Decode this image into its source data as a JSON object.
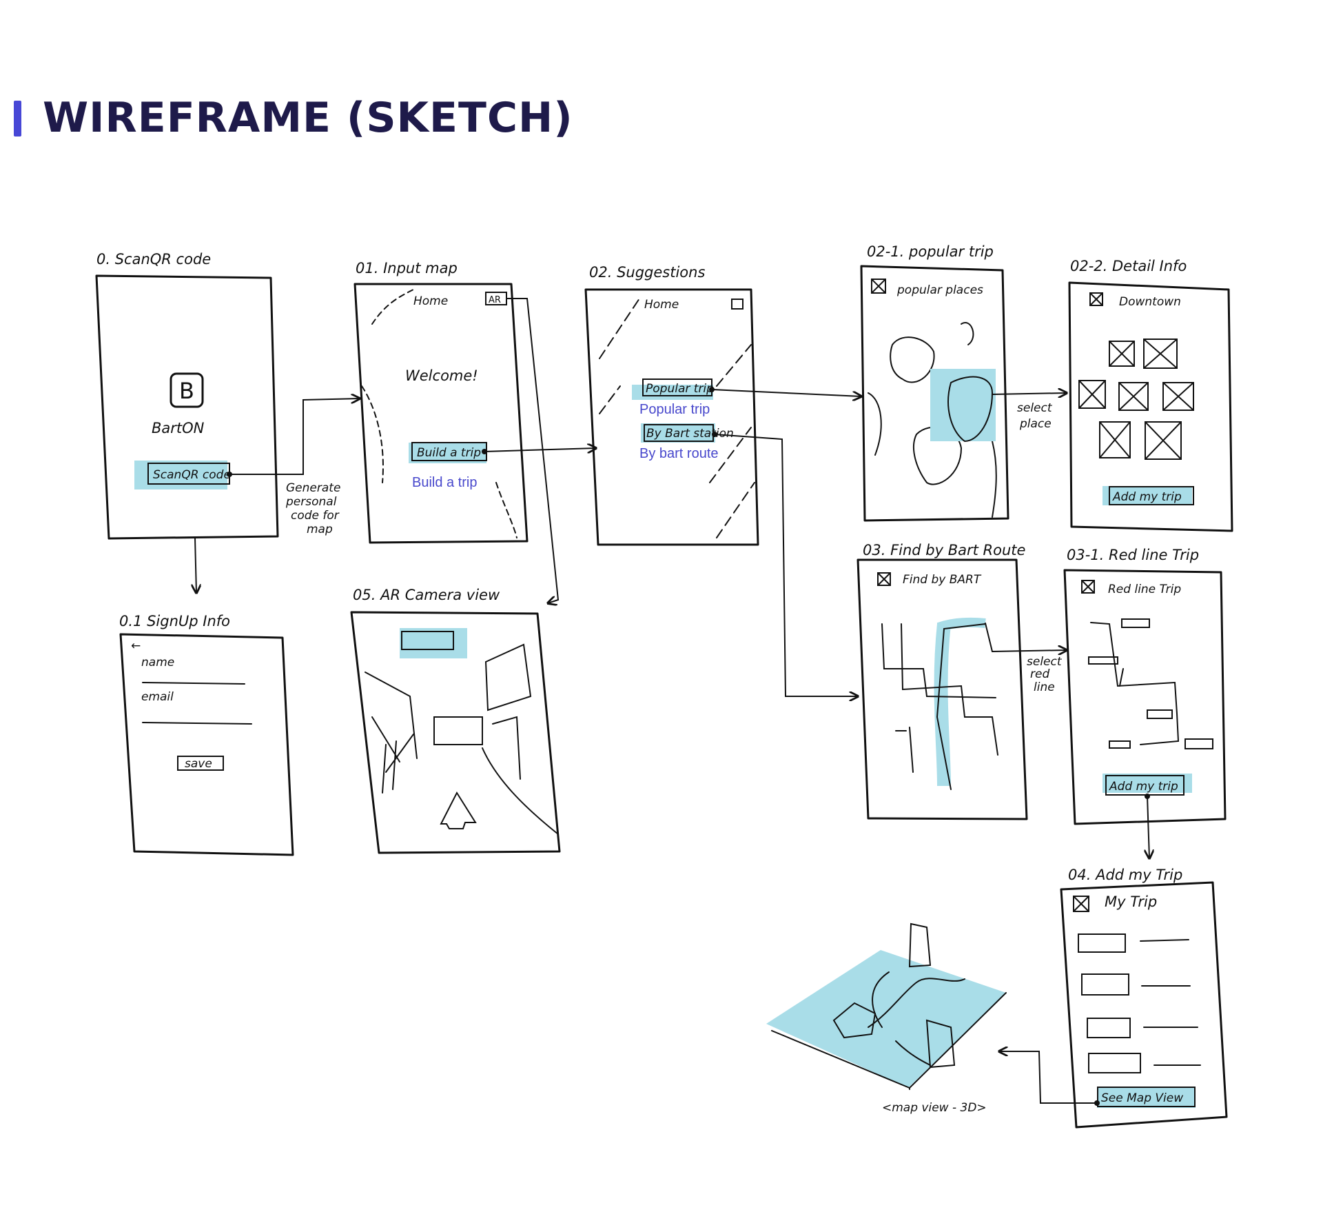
{
  "header": {
    "title": "WIREFRAME (SKETCH)",
    "accent_color": "#4747d6",
    "title_color": "#1e1a4a"
  },
  "colors": {
    "highlight": "#a9dde8",
    "ink": "#111111",
    "label_blue": "#4848cc"
  },
  "screens": {
    "s00": {
      "title": "0. ScanQR code",
      "logo_letter": "B",
      "app_name": "BartON",
      "button": "ScanQR code"
    },
    "s01": {
      "title": "01. Input map",
      "home": "Home",
      "ar_badge": "AR",
      "welcome": "Welcome!",
      "button": "Build a trip",
      "button_label": "Build a trip"
    },
    "s02": {
      "title": "02. Suggestions",
      "home": "Home",
      "button1": "Popular trip",
      "button1_label": "Popular trip",
      "button2": "By Bart station",
      "button2_label": "By bart route"
    },
    "s021": {
      "title": "02-1. popular trip",
      "header": "popular places"
    },
    "s022": {
      "title": "02-2. Detail Info",
      "header": "Downtown",
      "button": "Add my trip"
    },
    "s03": {
      "title": "03. Find by Bart Route",
      "header": "Find by BART"
    },
    "s031": {
      "title": "03-1. Red line Trip",
      "header": "Red line Trip",
      "button": "Add my trip"
    },
    "s04": {
      "title": "04. Add my Trip",
      "header": "My Trip",
      "button": "See Map View"
    },
    "s001": {
      "title": "0.1 SignUp Info",
      "back": "←",
      "name_label": "name",
      "email_label": "email",
      "button": "save"
    },
    "s05": {
      "title": "05. AR Camera view"
    }
  },
  "annotations": {
    "generate": [
      "Generate",
      "personal",
      "code for",
      "map"
    ],
    "select_place": [
      "select",
      "place"
    ],
    "select_red_line": [
      "select",
      "red",
      "line"
    ],
    "map_view_3d": "<map view - 3D>"
  }
}
